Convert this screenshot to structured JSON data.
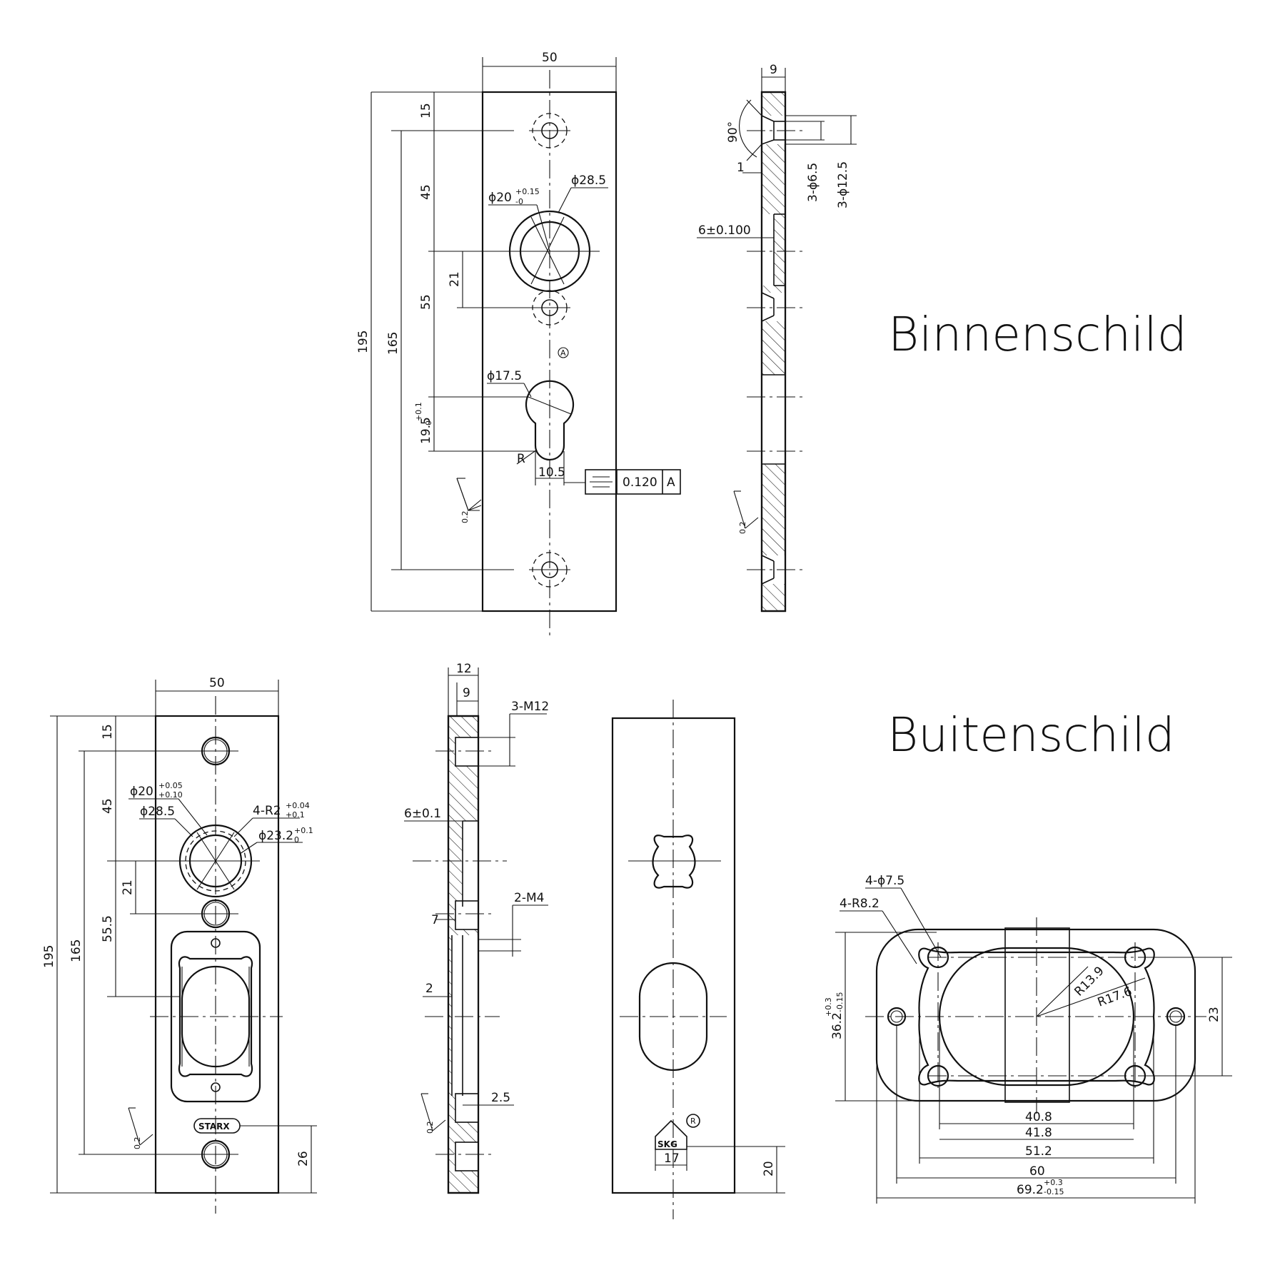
{
  "titles": {
    "inner": "Binnenschild",
    "outer": "Buitenschild"
  },
  "inner_front": {
    "width": "50",
    "height_total": "195",
    "height_holes": "165",
    "d15": "15",
    "d45": "45",
    "d55": "55",
    "d21": "21",
    "d19": "19.5",
    "d19_tol_up": "+0.1",
    "d19_tol_lo": "0",
    "bore_small": "ϕ20",
    "bore_small_tol_up": "+0.15",
    "bore_small_tol_lo": "-0",
    "bore_large": "ϕ28.5",
    "cyl_dia": "ϕ17.5",
    "radius": "R",
    "slot": "10.5",
    "datum": "A",
    "tol_value": "0.120",
    "tol_datum": "A",
    "roughness": "0.2"
  },
  "inner_side": {
    "thickness": "9",
    "angle": "90°",
    "d1": "1",
    "hole_small": "3-ϕ6.5",
    "hole_large": "3-ϕ12.5",
    "depth": "6±0.100",
    "roughness": "0.2"
  },
  "outer_front": {
    "width": "50",
    "height_total": "195",
    "height_holes": "165",
    "d15": "15",
    "d45": "45",
    "d55": "55.5",
    "d21": "21",
    "d26": "26",
    "bore_small": "ϕ20",
    "bore_small_tol_up": "+0.05",
    "bore_small_tol_lo": "+0.10",
    "bore_large": "ϕ28.5",
    "radius4": "4-R2",
    "radius4_tol_up": "+0.04",
    "radius4_tol_lo": "+0.1",
    "bore_mid": "ϕ23.2",
    "bore_mid_tol_up": "+0.1",
    "bore_mid_tol_lo": "0",
    "logo": "STARX",
    "roughness": "0.2"
  },
  "outer_side": {
    "thick_total": "12",
    "thick": "9",
    "thread_large": "3-M12",
    "depth": "6±0.1",
    "d7": "7",
    "thread_small": "2-M4",
    "d2": "2",
    "d25": "2.5",
    "roughness": "0.2"
  },
  "outer_back": {
    "logo": "SKG",
    "reg": "R",
    "d17": "17",
    "d20": "20"
  },
  "rosette": {
    "holes": "4-ϕ7.5",
    "radii": "4-R8.2",
    "r139": "R13.9",
    "r176": "R17.6",
    "height": "36.2",
    "height_tol_up": "+0.3",
    "height_tol_lo": "-0.15",
    "d23": "23",
    "w408": "40.8",
    "w418": "41.8",
    "w512": "51.2",
    "w60": "60",
    "w692": "69.2",
    "w692_tol_up": "+0.3",
    "w692_tol_lo": "-0.15"
  }
}
